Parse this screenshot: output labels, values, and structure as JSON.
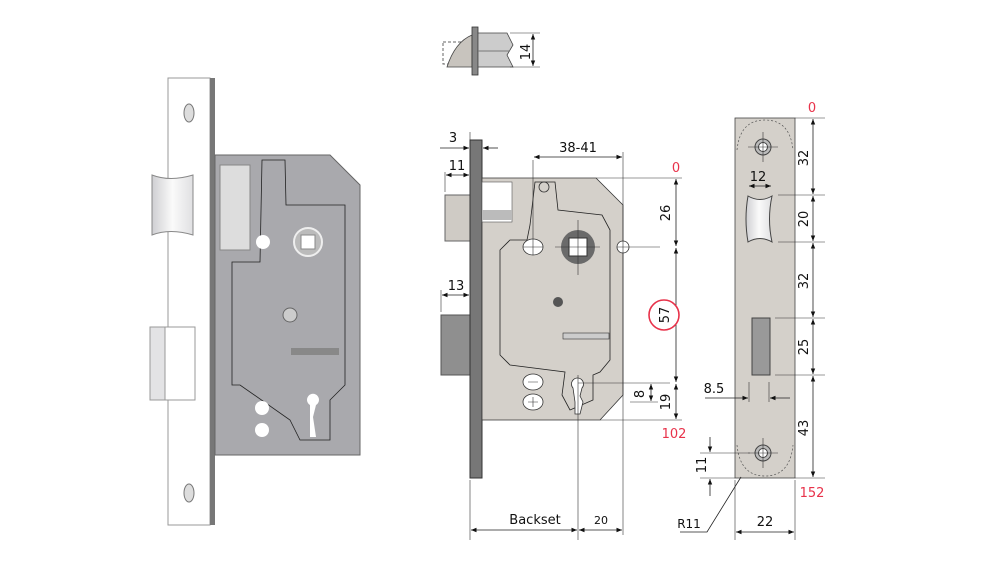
{
  "top_latch_view": {
    "height": "14"
  },
  "side_view": {
    "faceplate_thickness": "3",
    "latch_projection": "11",
    "deadbolt_projection": "13",
    "case_depth": "38-41",
    "backset_label": "Backset",
    "backset_offset": "20",
    "origin": "0",
    "spindle_from_top": "26",
    "spindle_to_keyhole": "57",
    "keyhole_offset": "8",
    "keyhole_to_bottom": "19",
    "total_height": "102"
  },
  "strike_plate": {
    "origin": "0",
    "top_to_latch": "32",
    "latch_width": "12",
    "latch_height": "20",
    "latch_to_bolt": "32",
    "bolt_height": "25",
    "bolt_width": "8.5",
    "bolt_to_bottom": "43",
    "screw_offset": "11",
    "radius": "R11",
    "plate_width": "22",
    "total_height": "152"
  },
  "colors": {
    "accent": "#e8324a",
    "case": "#d4d0ca",
    "case_3d": "#a9a9ad"
  }
}
